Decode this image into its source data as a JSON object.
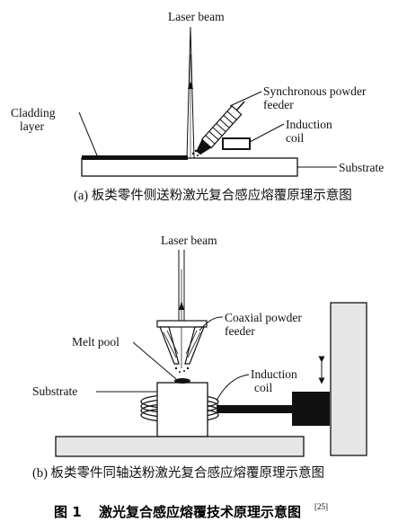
{
  "panel_a": {
    "laser_beam": "Laser beam",
    "cladding_layer": [
      "Cladding",
      "layer"
    ],
    "powder_feeder": [
      "Synchronous powder",
      "feeder"
    ],
    "induction_coil": [
      "Induction",
      "coil"
    ],
    "substrate": "Substrate",
    "caption": "(a) 板类零件侧送粉激光复合感应熔覆原理示意图"
  },
  "panel_b": {
    "laser_beam": "Laser beam",
    "powder_feeder": [
      "Coaxial powder",
      "feeder"
    ],
    "melt_pool": "Melt pool",
    "induction_coil": [
      "Induction",
      "coil"
    ],
    "substrate": "Substrate",
    "caption": "(b) 板类零件同轴送粉激光复合感应熔覆原理示意图"
  },
  "figure": {
    "number": "图 1",
    "title": "激光复合感应熔覆技术原理示意图",
    "ref": "[25]"
  }
}
